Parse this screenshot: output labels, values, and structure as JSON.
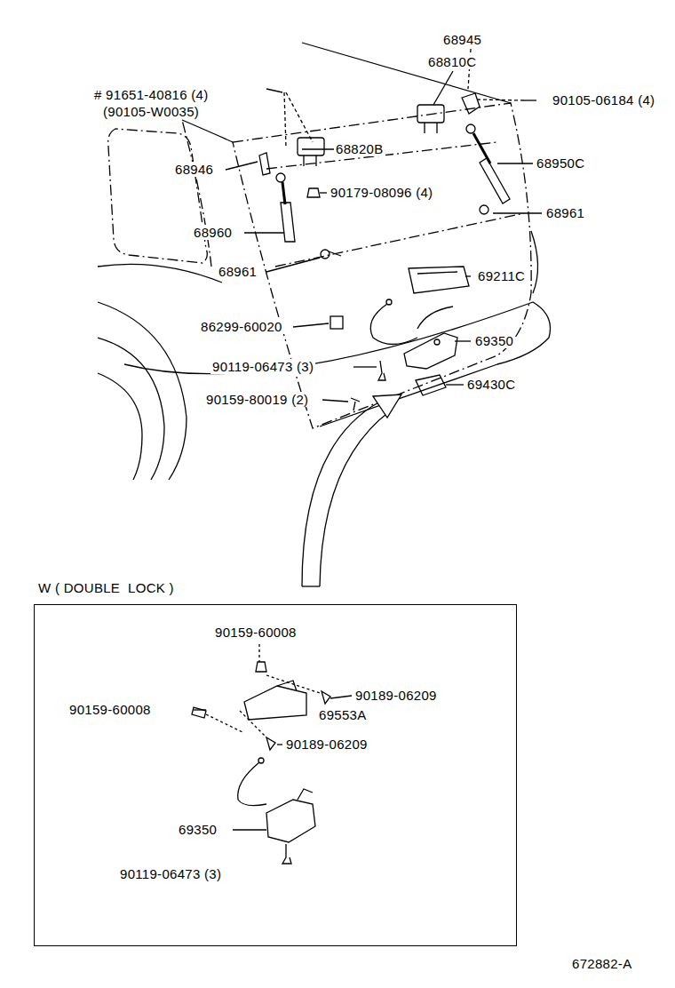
{
  "diagram": {
    "nodes": [
      {
        "text": [
          "W ( DOUBLE  LOCK )"
        ]
      }
    ],
    "labels": [
      "68945",
      "68810C",
      "# 91651-40816 (4)",
      "(90105-W0035)",
      "90105-06184 (4)",
      "68820B",
      "68946",
      "68950C",
      "90179-08096 (4)",
      "68960",
      "68961",
      "68961",
      "69211C",
      "86299-60020",
      "69350",
      "90119-06473 (3)",
      "69430C",
      "90159-80019 (2)",
      "90159-60008",
      "90189-06209",
      "90159-60008",
      "69553A",
      "90189-06209",
      "69350",
      "90119-06473 (3)",
      "672882-A"
    ]
  }
}
